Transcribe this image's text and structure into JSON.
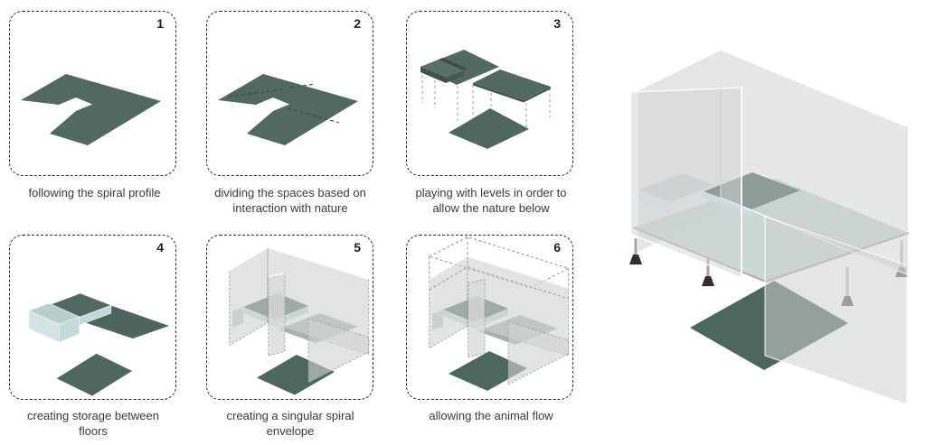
{
  "panels": [
    {
      "number": "1",
      "caption": "following the spiral profile"
    },
    {
      "number": "2",
      "caption": "dividing the spaces based on interaction with nature"
    },
    {
      "number": "3",
      "caption": "playing with levels in order to allow the nature below"
    },
    {
      "number": "4",
      "caption": "creating storage between floors"
    },
    {
      "number": "5",
      "caption": "creating a singular spiral envelope"
    },
    {
      "number": "6",
      "caption": "allowing the animal flow"
    }
  ],
  "colors": {
    "plate_green": "#52695f",
    "plate_green_dark": "#3e524a",
    "glass_blue": "#cfe0e2",
    "wall_gray": "#d2d4d4",
    "pale_plate": "#a2b5af",
    "leg_pink": "#b79e9e",
    "foot_dark": "#372c2b",
    "background": "#ffffff",
    "caption_text": "#3a3a3a"
  }
}
